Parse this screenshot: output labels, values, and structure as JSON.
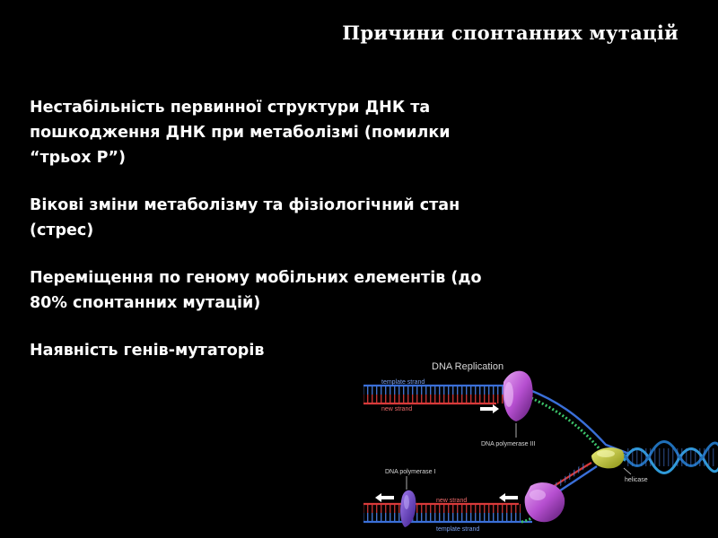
{
  "slide": {
    "title": "Причини спонтанних мутацій",
    "bullets": [
      "Нестабільність первинної структури ДНК та пошкодження ДНК при метаболізмі (помилки “трьох Р”)",
      "Вікові зміни метаболізму та фізіологічний стан (стрес)",
      "Переміщення по геному мобільних елементів (до 80% спонтанних мутацій)",
      "Наявність генів-мутаторів"
    ]
  },
  "figure": {
    "title": "DNA Replication",
    "labels": {
      "template_strand_top": "template strand",
      "new_strand_top": "new strand",
      "dna_polymerase_iii": "DNA polymerase III",
      "helicase": "helicase",
      "dna_polymerase_i": "DNA polymerase I",
      "new_strand_bottom": "new strand",
      "template_strand_bottom": "template strand"
    },
    "colors": {
      "template": "#3a6fd8",
      "new_strand": "#d83a3a",
      "polymerase": "#b64fd0",
      "helicase": "#b8c22a",
      "helix": "#2f9ad8",
      "bases": "#3cc46a"
    }
  }
}
